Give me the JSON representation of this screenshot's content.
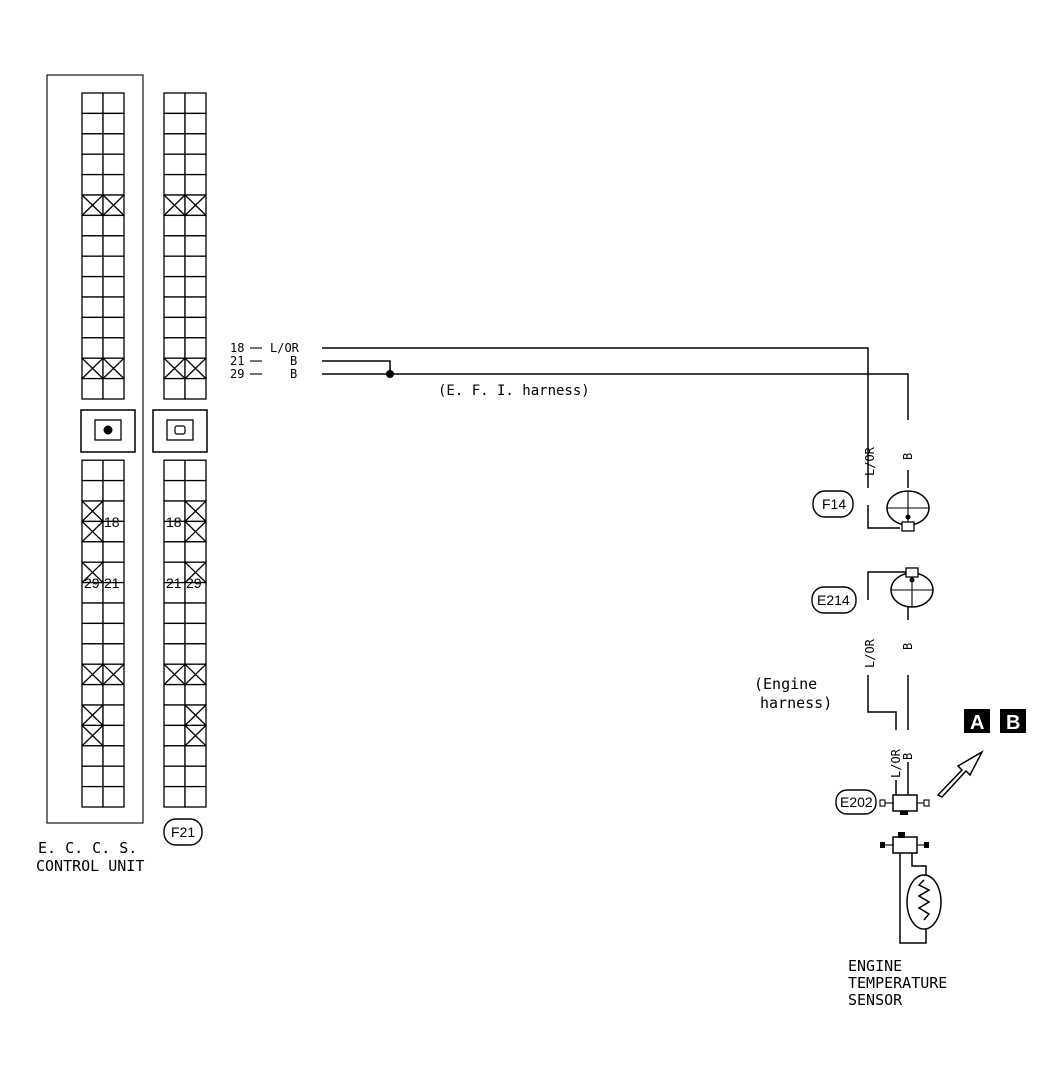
{
  "ecu": {
    "label_line1": "E. C. C. S.",
    "label_line2": "CONTROL UNIT"
  },
  "connectors": {
    "f21": "F21",
    "f14": "F14",
    "e214": "E214",
    "e202": "E202"
  },
  "pins": {
    "p18": "18",
    "p21": "21",
    "p29": "29"
  },
  "wires": {
    "t18": "18",
    "t21": "21",
    "t29": "29",
    "c18": "L/OR",
    "c21": "B",
    "c29": "B",
    "vert_lor": "L/OR",
    "vert_b": "B"
  },
  "harness": {
    "efi": "(E. F. I.  harness)",
    "engine_line1": "(Engine",
    "engine_line2": "harness)"
  },
  "badges": {
    "a": "A",
    "b": "B"
  },
  "sensor": {
    "line1": "ENGINE",
    "line2": "TEMPERATURE",
    "line3": "SENSOR"
  }
}
